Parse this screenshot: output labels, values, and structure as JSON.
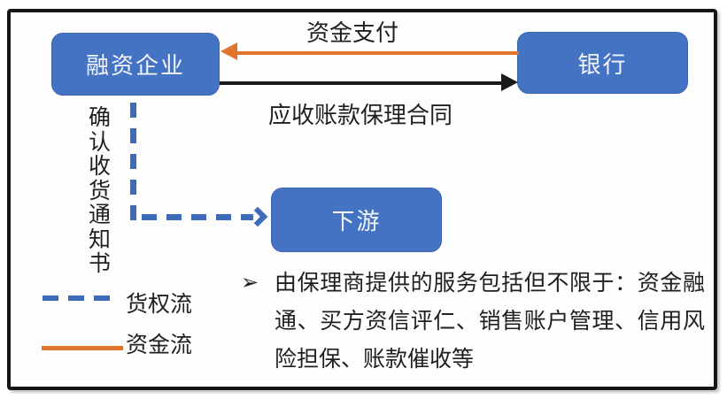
{
  "diagram": {
    "nodes": {
      "financing": {
        "label": "融资企业",
        "fill": "#4573C4",
        "text_color": "#FFFFFF"
      },
      "bank": {
        "label": "银行",
        "fill": "#4573C4",
        "text_color": "#FFFFFF"
      },
      "downstream": {
        "label": "下游",
        "fill": "#4573C4",
        "text_color": "#FFFFFF"
      }
    },
    "edges": {
      "fund_payment": {
        "label": "资金支付",
        "from": "bank",
        "to": "financing",
        "style": "solid",
        "color": "#E2752E"
      },
      "factoring_contract": {
        "label": "应收账款保理合同",
        "from": "financing",
        "to": "bank",
        "style": "solid",
        "color": "#1A1A1A"
      },
      "receipt_notice": {
        "label": "确认收货通知书",
        "from": "financing",
        "to": "downstream",
        "style": "dashed",
        "color": "#3E6CB8"
      }
    },
    "legend": [
      {
        "label": "货权流",
        "style": "dashed",
        "color": "#3E6CB8"
      },
      {
        "label": "资金流",
        "style": "solid",
        "color": "#E2752E"
      }
    ],
    "note": {
      "bullet": "➢",
      "text": "由保理商提供的服务包括但不限于：资金融通、买方资信评仁、销售账户管理、信用风险担保、账款催收等"
    }
  }
}
